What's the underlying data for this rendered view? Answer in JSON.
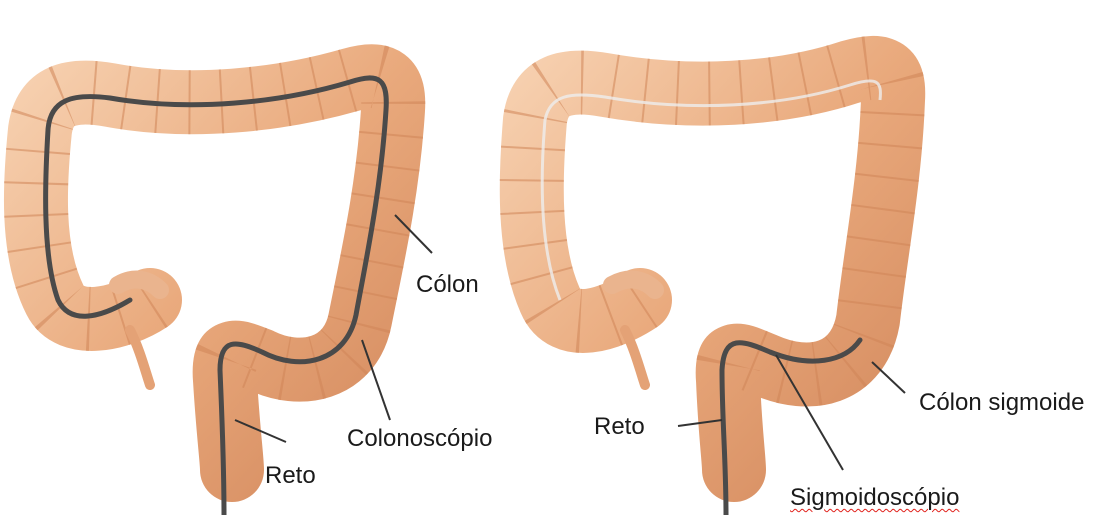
{
  "left_figure": {
    "labels": {
      "colon": "Cólon",
      "colonoscope": "Colonoscópio",
      "rectum": "Reto"
    }
  },
  "right_figure": {
    "labels": {
      "sigmoid_colon": "Cólon sigmoide",
      "rectum": "Reto",
      "sigmoidoscope": "Sigmoidoscópio"
    }
  },
  "colors": {
    "colon_fill": "#e9a97c",
    "colon_highlight": "#f6cfae",
    "colon_shadow": "#c97a4f",
    "scope": "#4a4a4a",
    "leader_line": "#333333"
  }
}
